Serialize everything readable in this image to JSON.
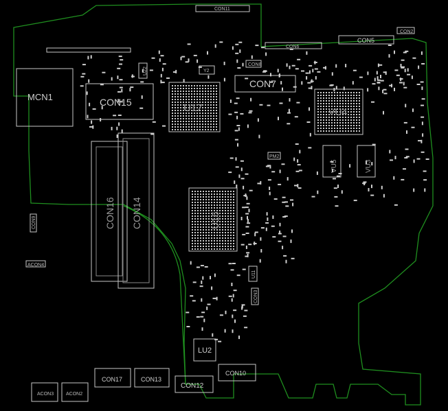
{
  "components": {
    "con11": "CON11",
    "con2": "CON2",
    "con6": "CON6",
    "con5": "CON5",
    "mcn1": "MCN1",
    "con15": "CON15",
    "u22": "U22",
    "y2": "Y2",
    "con8": "CON8",
    "con7": "CON7",
    "u17": "U17",
    "vu4": "VU4",
    "pm2": "PM2",
    "vu5": "VU5",
    "vu3": "VU3",
    "con16": "CON16",
    "con14": "CON14",
    "u16": "U16",
    "con9": "CON9",
    "acon4": "ACON4",
    "u11": "U11",
    "con3": "CON3",
    "lu2": "LU2",
    "con17": "CON17",
    "con13": "CON13",
    "con10": "CON10",
    "con12": "CON12",
    "acon3": "ACON3",
    "acon2": "ACON2"
  },
  "colors": {
    "background": "#000000",
    "board_outline": "#1f8f1f",
    "silkscreen": "#cfcfcf"
  }
}
